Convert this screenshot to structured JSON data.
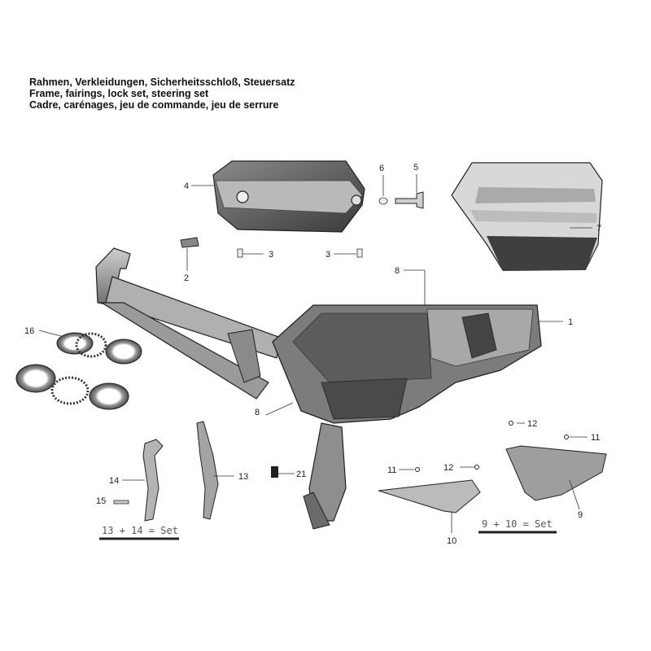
{
  "titles": {
    "de": "Rahmen, Verkleidungen, Sicherheitsschloß, Steuersatz",
    "en": "Frame, fairings, lock set, steering set",
    "fr": "Cadre, carénages, jeu de commande, jeu de serrure"
  },
  "callouts": {
    "c1": "1",
    "c2": "2",
    "c3a": "3",
    "c3b": "3",
    "c4": "4",
    "c5": "5",
    "c6": "6",
    "c7": "7",
    "c8a": "8",
    "c8b": "8",
    "c9": "9",
    "c10": "10",
    "c11a": "11",
    "c11b": "11",
    "c12a": "12",
    "c12b": "12",
    "c13": "13",
    "c14": "14",
    "c15": "15",
    "c16": "16",
    "c21": "21"
  },
  "sets": {
    "left": "13 + 14 = Set",
    "right": "9 + 10 = Set"
  }
}
